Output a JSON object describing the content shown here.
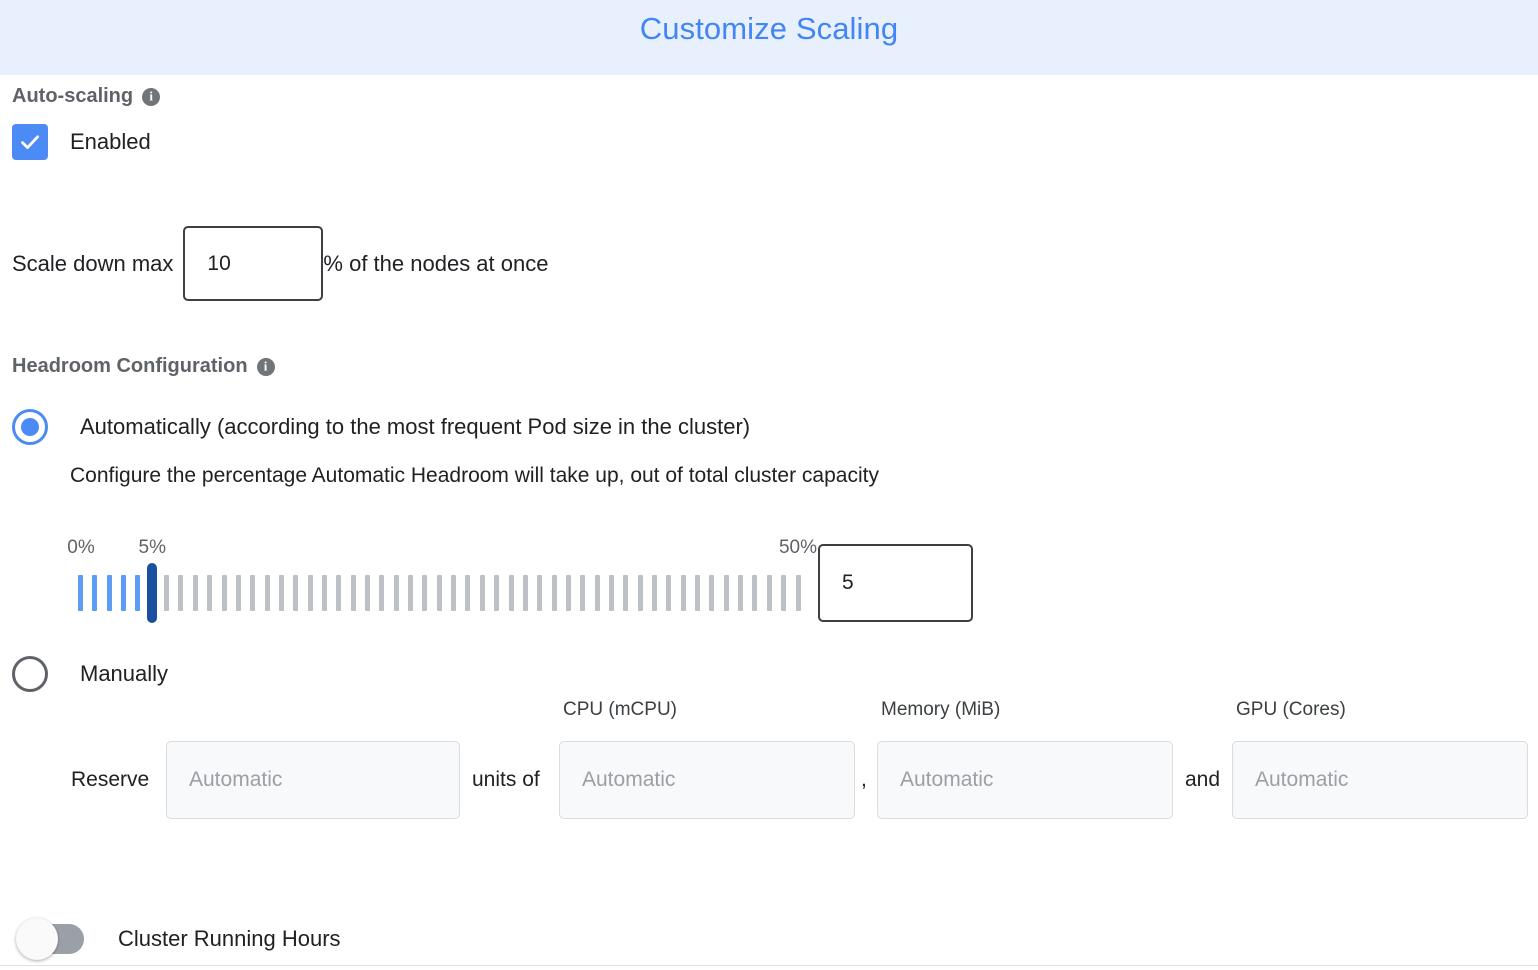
{
  "header": {
    "title": "Customize Scaling",
    "bg_color": "#e8f0fe",
    "title_color": "#4285f4"
  },
  "autoscaling": {
    "heading": "Auto-scaling",
    "info_icon": "info-icon",
    "info_glyph": "i",
    "enabled_label": "Enabled",
    "enabled_checked": true,
    "checkbox_color": "#4c8bf5"
  },
  "scale_down": {
    "prefix_label": "Scale down max",
    "value": "10",
    "suffix_label": "% of the nodes at once"
  },
  "headroom": {
    "heading": "Headroom Configuration",
    "info_glyph": "i",
    "option_auto": {
      "label": "Automatically (according to the most frequent Pod size in the cluster)",
      "selected": true,
      "helper": "Configure the percentage Automatic Headroom will take up, out of total cluster capacity"
    },
    "option_manual": {
      "label": "Manually",
      "selected": false
    },
    "slider": {
      "min_label": "0%",
      "max_label": "50%",
      "current_label": "5%",
      "min": 0,
      "max": 50,
      "value": 5,
      "tick_count": 51,
      "filled_color": "#5c9cf5",
      "unfilled_color": "#bdc1c6",
      "thumb_color": "#1a4fa0"
    },
    "slider_value_input": "5",
    "manual": {
      "reserve_label": "Reserve",
      "units_label": "units of",
      "comma_label": ",",
      "and_label": "and",
      "fields": [
        {
          "column_label": "",
          "placeholder": "Automatic",
          "value": ""
        },
        {
          "column_label": "CPU (mCPU)",
          "placeholder": "Automatic",
          "value": ""
        },
        {
          "column_label": "Memory (MiB)",
          "placeholder": "Automatic",
          "value": ""
        },
        {
          "column_label": "GPU (Cores)",
          "placeholder": "Automatic",
          "value": ""
        }
      ]
    }
  },
  "cluster_running_hours": {
    "label": "Cluster Running Hours",
    "enabled": false
  }
}
